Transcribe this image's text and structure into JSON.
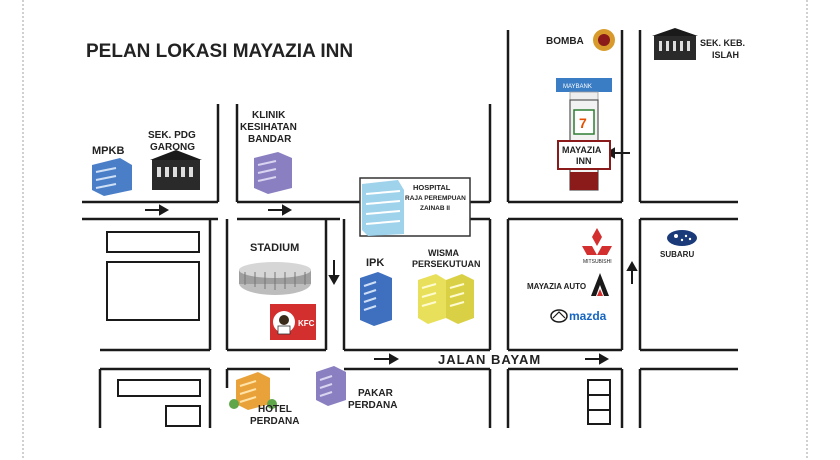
{
  "title": "PELAN LOKASI MAYAZIA INN",
  "road_name": "JALAN BAYAM",
  "places": {
    "bomba": "BOMBA",
    "sek_keb_islah_1": "SEK. KEB.",
    "sek_keb_islah_2": "ISLAH",
    "mayazia_inn_1": "MAYAZIA",
    "mayazia_inn_2": "INN",
    "mpkb": "MPKB",
    "sek_pdg_garong_1": "SEK. PDG",
    "sek_pdg_garong_2": "GARONG",
    "klinik_1": "KLINIK",
    "klinik_2": "KESIHATAN",
    "klinik_3": "BANDAR",
    "hospital_1": "HOSPITAL",
    "hospital_2": "RAJA PEREMPUAN",
    "hospital_3": "ZAINAB II",
    "stadium": "STADIUM",
    "ipk": "IPK",
    "wisma_1": "WISMA",
    "wisma_2": "PERSEKUTUAN",
    "mitsubishi": "MITSUBISHI",
    "mayazia_auto": "MAYAZIA AUTO",
    "mazda": "mazda",
    "subaru": "SUBARU",
    "kfc": "KFC",
    "hotel_1": "HOTEL",
    "hotel_2": "PERDANA",
    "pakar_1": "PAKAR",
    "pakar_2": "PERDANA",
    "sign_7eleven": "7",
    "sign_billboard": "MAYBANK"
  },
  "colors": {
    "road_line": "#1a1a1a",
    "building_blue": "#4a7fc8",
    "building_yellow": "#e8e05a",
    "building_purple": "#8a7fc0",
    "kfc_red": "#d32f2f",
    "mayazia_red": "#8b1a1a"
  },
  "icons": [
    "fire-station-icon",
    "school-icon",
    "office-building-icon",
    "hospital-icon",
    "stadium-icon",
    "car-brand-icon",
    "hotel-icon"
  ]
}
